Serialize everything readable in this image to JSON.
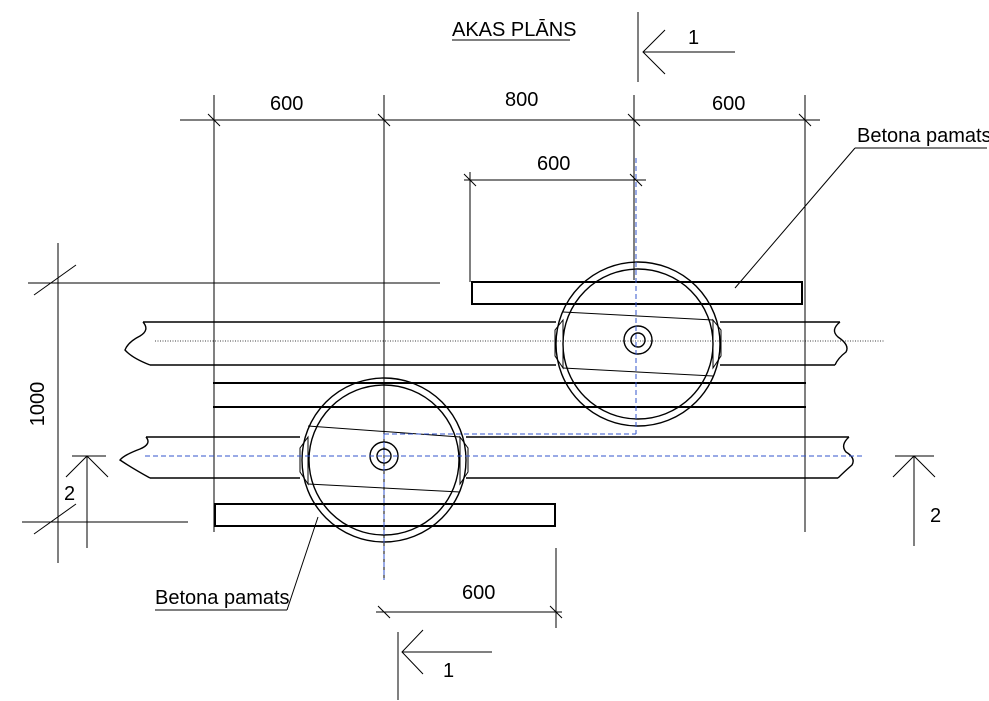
{
  "title": "AKAS PLĀNS",
  "section_markers": {
    "section_1_top": "1",
    "section_1_bottom": "1",
    "section_2_left": "2",
    "section_2_right": "2"
  },
  "dimensions": {
    "top_left": "600",
    "top_middle": "800",
    "top_right": "600",
    "upper_inner": "600",
    "bottom": "600",
    "vertical": "1000"
  },
  "labels": {
    "foundation_top": "Betona pamats",
    "foundation_bottom": "Betona pamats"
  },
  "colors": {
    "line": "#000000",
    "axis": "#3355cc"
  }
}
